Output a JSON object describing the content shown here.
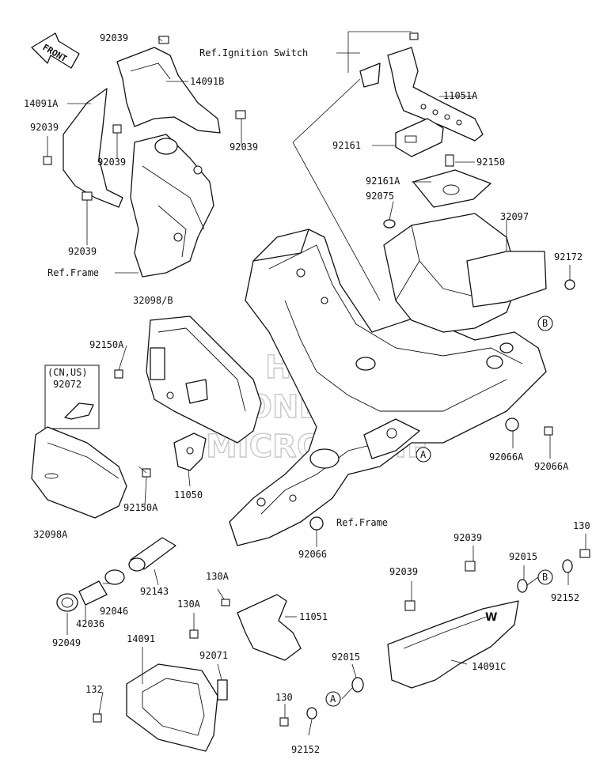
{
  "orientation": {
    "arrow_label": "FRONT"
  },
  "watermark": {
    "line1": "HLSM",
    "line2": "ONLINE",
    "line3": "MICROFICHE"
  },
  "callouts": {
    "a": "A",
    "b": "B"
  },
  "group_note": "(CN,US)",
  "refs": {
    "ignition_switch": "Ref.Ignition Switch",
    "frame_left": "Ref.Frame",
    "frame_center": "Ref.Frame"
  },
  "parts": {
    "p92039_top": "92039",
    "p14091b": "14091B",
    "p14091a": "14091A",
    "p92039_left1": "92039",
    "p92039_mid": "92039",
    "p92039_right": "92039",
    "p92039_left2": "92039",
    "p11051a": "11051A",
    "p92161": "92161",
    "p92150": "92150",
    "p92161a": "92161A",
    "p92075": "92075",
    "p32097": "32097",
    "p92172": "92172",
    "p32098b": "32098/B",
    "p92150a_top": "92150A",
    "p92072": "92072",
    "p92066a_1": "92066A",
    "p92066a_2": "92066A",
    "p11050": "11050",
    "p92150a_bot": "92150A",
    "p32098a": "32098A",
    "p92066": "92066",
    "p130_right": "130",
    "p92039_r1": "92039",
    "p92015_r": "92015",
    "p92152_r": "92152",
    "p92039_r2": "92039",
    "p92143": "92143",
    "p130a_1": "130A",
    "p130a_2": "130A",
    "p11051": "11051",
    "p92046": "92046",
    "p42036": "42036",
    "p92049": "92049",
    "p14091": "14091",
    "p92071": "92071",
    "p92015_b": "92015",
    "p14091c": "14091C",
    "p132": "132",
    "p130_bot": "130",
    "p92152_bot": "92152"
  }
}
